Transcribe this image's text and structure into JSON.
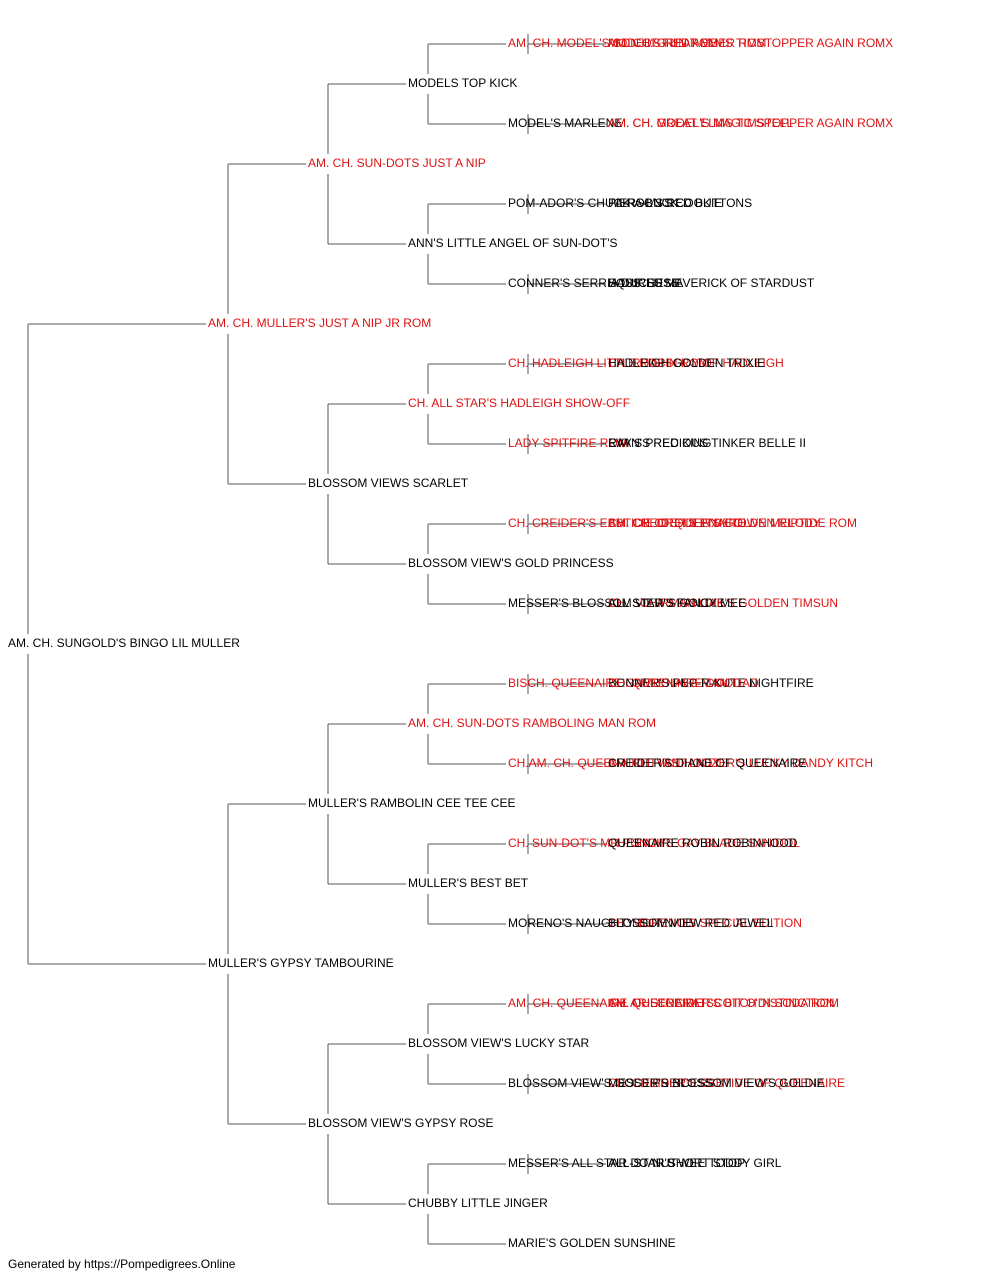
{
  "colors": {
    "champion": "#dd1111",
    "normal": "#000000",
    "connector": "#555555"
  },
  "pedigree": {
    "name": "AM. CH. SUNGOLD'S BINGO LIL MULLER",
    "champion": false,
    "sire": {
      "name": "AM. CH. MULLER'S JUST A NIP JR ROM",
      "champion": true,
      "sire": {
        "name": "AM. CH. SUN-DOTS JUST A NIP",
        "champion": true,
        "sire": {
          "name": "MODELS TOP KICK",
          "champion": false,
          "sire": {
            "name": "AM. CH. MODEL'S SON OF FUN ROM",
            "champion": true,
            "sire": {
              "name": "AM. CH. GREAT ELMS TIMSTOPPER AGAIN ROMX",
              "champion": true
            },
            "dam": {
              "name": "MODEL'S RED AMBER ROM",
              "champion": true
            }
          },
          "dam": {
            "name": "MODEL'S MARLENE",
            "champion": false,
            "sire": {
              "name": "AM. CH. GREAT ELMS TIMSTOPPER AGAIN ROMX",
              "champion": true
            },
            "dam": {
              "name": "AM. CH. MODEL'S MAGIC SPELL",
              "champion": true
            }
          }
        },
        "dam": {
          "name": "ANN'S LITTLE ANGEL OF SUN-DOT'S",
          "champion": false,
          "sire": {
            "name": "POM-ADOR'S CHUCK-A-LUCK",
            "champion": false,
            "sire": {
              "name": "FA-ROB'S RED BUTTONS",
              "champion": false
            },
            "dam": {
              "name": "PIERSON'S COOKIE",
              "champion": false
            }
          },
          "dam": {
            "name": "CONNER'S SERRIA DUCHESS",
            "champion": false,
            "sire": {
              "name": "SQUIRES MAVERICK OF STARDUST",
              "champion": false
            },
            "dam": {
              "name": "HASS' SUSIE",
              "champion": false
            }
          }
        }
      },
      "dam": {
        "name": "BLOSSOM VIEWS SCARLET",
        "champion": false,
        "sire": {
          "name": "CH. ALL STAR'S HADLEIGH SHOW-OFF",
          "champion": true,
          "sire": {
            "name": "CH. HADLEIGH LITTLE ROBIN ROM",
            "champion": true,
            "sire": {
              "name": "CH. RHAPSODY OF HADLEIGH",
              "champion": true
            },
            "dam": {
              "name": "HADLEIGH GOLDEN TRIXIE",
              "champion": false
            }
          },
          "dam": {
            "name": "LADY SPITFIRE ROM",
            "champion": true,
            "sire": {
              "name": "EVAN'S RED KING",
              "champion": false
            },
            "dam": {
              "name": "RAY'S PRECIOUS TINKER BELLE II",
              "champion": false
            }
          }
        },
        "dam": {
          "name": "BLOSSOM VIEW'S GOLD PRINCESS",
          "champion": false,
          "sire": {
            "name": "CH. CREIDER'S EBBTIDE OF QUEENAIRE",
            "champion": true,
            "sire": {
              "name": "AM. CH. CREIDER'S GOLDEN RIPTIDE ROM",
              "champion": true
            },
            "dam": {
              "name": "CH. CREIDER'S PIXIETOWN MELODY",
              "champion": true
            }
          },
          "dam": {
            "name": "MESSER'S BLOSSOM VIEW'S GOLDIE",
            "champion": false,
            "sire": {
              "name": "CH. SCHIRMAN OAK'S GOLDEN TIMSUN",
              "champion": true
            },
            "dam": {
              "name": "ALL STAR'S FANCY MEE",
              "champion": false
            }
          }
        }
      }
    },
    "dam": {
      "name": "MULLER'S GYPSY TAMBOURINE",
      "champion": false,
      "sire": {
        "name": "MULLER'S RAMBOLIN CEE TEE CEE",
        "champion": false,
        "sire": {
          "name": "AM. CH. SUN-DOTS RAMBOLING MAN ROM",
          "champion": true,
          "sire": {
            "name": "BISCH. QUEENAIRE GAMBOLING MAN",
            "champion": true,
            "sire": {
              "name": "BONNER'S PEP-R-KUTE NIGHTFIRE",
              "champion": false
            },
            "dam": {
              "name": "CH. QUEENAIRE DOODAD",
              "champion": true
            }
          },
          "dam": {
            "name": "CH.AM. CH. QUEENAIRE FIRST LADY",
            "champion": true,
            "sire": {
              "name": "AM. CH. VAN HOOZER'S LUCKY DANDY KITCH",
              "champion": true
            },
            "dam": {
              "name": "CREIDER'S DIANE OF QUEENAIRE",
              "champion": false
            }
          }
        },
        "dam": {
          "name": "MULLER'S BEST BET",
          "champion": false,
          "sire": {
            "name": "CH. SUN-DOT'S MR PUNCH",
            "champion": true,
            "sire": {
              "name": "CH. S A M'S GAY BLADE SANIDOL",
              "champion": true
            },
            "dam": {
              "name": "QUEENAIRE ROBIN ROBINHOOD",
              "champion": false
            }
          },
          "dam": {
            "name": "MORENO'S NAUGHTY BUT NICE",
            "champion": false,
            "sire": {
              "name": "CH. MORENO'S SPECIAL EDITION",
              "champion": true
            },
            "dam": {
              "name": "BLOSSOM VIEW RED JEWEL",
              "champion": false
            }
          }
        }
      },
      "dam": {
        "name": "BLOSSOM VIEW'S GYPSY ROSE",
        "champion": false,
        "sire": {
          "name": "BLOSSOM VIEW'S LUCKY STAR",
          "champion": false,
          "sire": {
            "name": "AM. CH. QUEENAIRE ARISTOCRAT",
            "champion": true,
            "sire": {
              "name": "CH. QUEENAIRE SCOTCH 'N SODA ROM",
              "champion": true
            },
            "dam": {
              "name": "AM. CH. CREIDER'S BIT O'DISTINCTION",
              "champion": true
            }
          },
          "dam": {
            "name": "BLOSSOM VIEW'S GOLD PRINCESS",
            "champion": false,
            "sire": {
              "name": "CH. CREIDER'S EBBTIDE OF QUEENAIRE",
              "champion": true
            },
            "dam": {
              "name": "MESSER'S BLOSSOM VIEW'S GOLDIE",
              "champion": false
            }
          }
        },
        "dam": {
          "name": "CHUBBY LITTLE JINGER",
          "champion": false,
          "sire": {
            "name": "MESSER'S ALL STAR DO-NUT",
            "champion": false,
            "sire": {
              "name": "ALL-STAR SHORT STOP",
              "champion": false
            },
            "dam": {
              "name": "ALL-STAR'S WEE TODDY GIRL",
              "champion": false
            }
          },
          "dam": {
            "name": "MARIE'S GOLDEN SUNSHINE",
            "champion": false
          }
        }
      }
    }
  },
  "footer": {
    "text": "Generated by https://Pompedigrees.Online"
  }
}
